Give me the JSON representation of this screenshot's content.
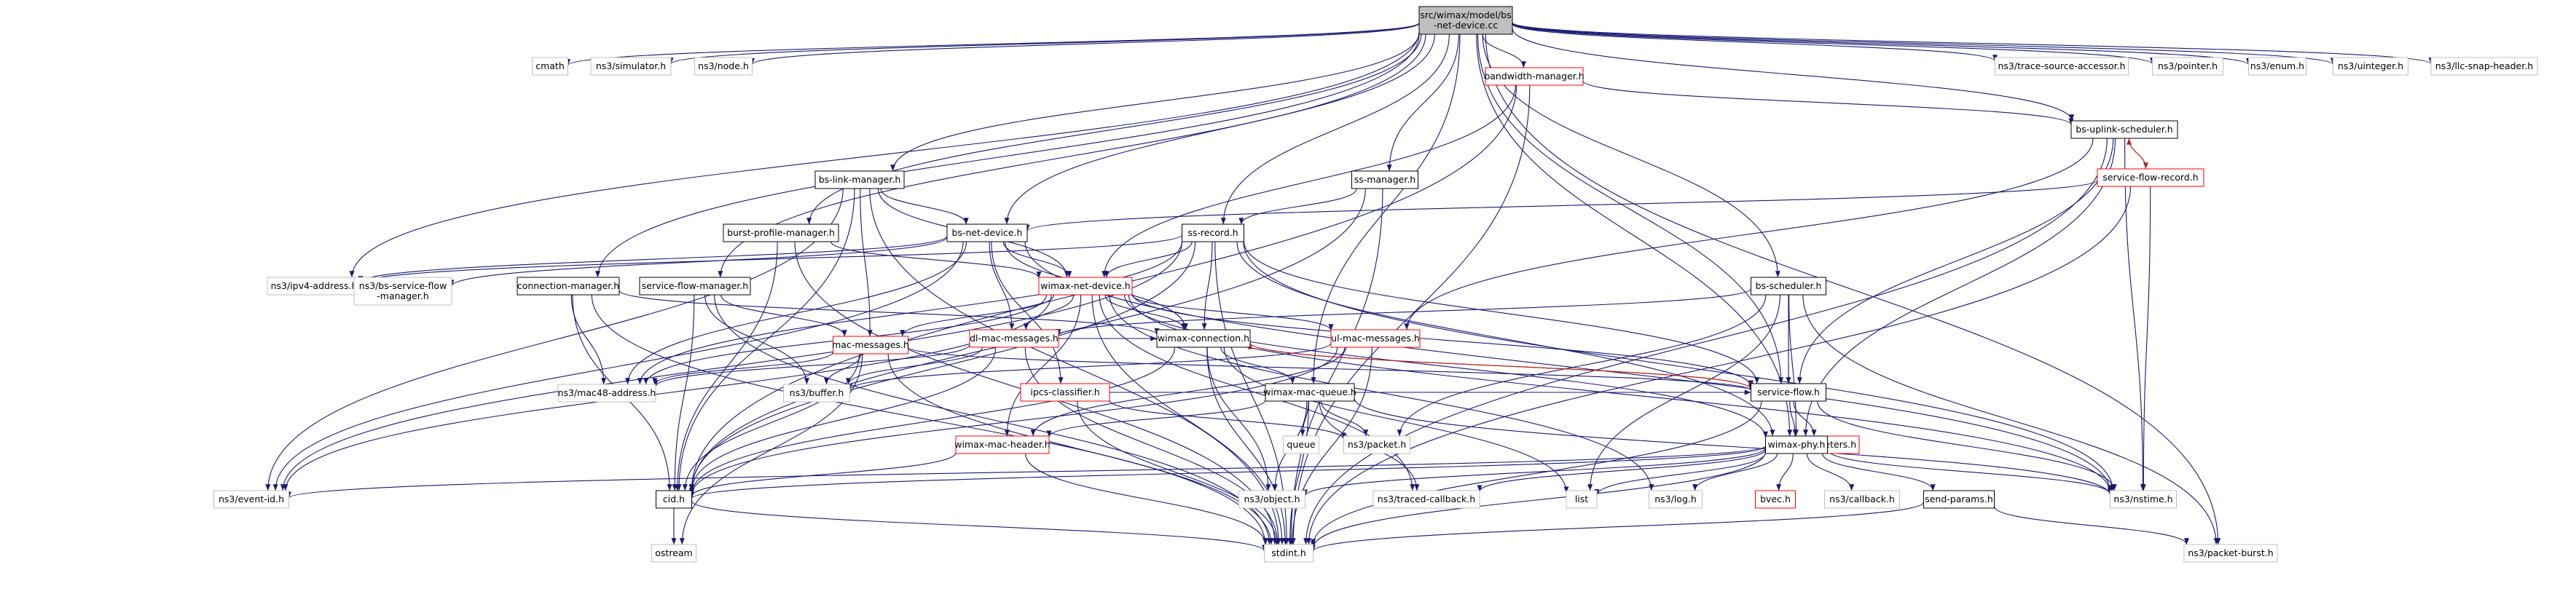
{
  "graph": {
    "title": "Include dependency graph for bs-net-device.cc",
    "colors": {
      "edge": "#191970",
      "edge_cycle": "#b22222",
      "node_border": "#000000",
      "node_border_truncated": "#ff0000",
      "node_border_external": "#bfbfbf",
      "node_fill": "#ffffff",
      "root_fill": "#bfbfbf"
    },
    "nodes": [
      {
        "id": "root",
        "lines": [
          "src/wimax/model/bs",
          "-net-device.cc"
        ],
        "style": "root"
      },
      {
        "id": "cmath",
        "lines": [
          "cmath"
        ],
        "style": "ext"
      },
      {
        "id": "simulator",
        "lines": [
          "ns3/simulator.h"
        ],
        "style": "ext"
      },
      {
        "id": "node",
        "lines": [
          "ns3/node.h"
        ],
        "style": "ext"
      },
      {
        "id": "bwmgr",
        "lines": [
          "bandwidth-manager.h"
        ],
        "style": "trunc"
      },
      {
        "id": "tsa",
        "lines": [
          "ns3/trace-source-accessor.h"
        ],
        "style": "ext"
      },
      {
        "id": "pointer",
        "lines": [
          "ns3/pointer.h"
        ],
        "style": "ext"
      },
      {
        "id": "enum",
        "lines": [
          "ns3/enum.h"
        ],
        "style": "ext"
      },
      {
        "id": "uinteger",
        "lines": [
          "ns3/uinteger.h"
        ],
        "style": "ext"
      },
      {
        "id": "llc",
        "lines": [
          "ns3/llc-snap-header.h"
        ],
        "style": "ext"
      },
      {
        "id": "bsups",
        "lines": [
          "bs-uplink-scheduler.h"
        ],
        "style": "doc"
      },
      {
        "id": "sfr",
        "lines": [
          "service-flow-record.h"
        ],
        "style": "trunc"
      },
      {
        "id": "bslink",
        "lines": [
          "bs-link-manager.h"
        ],
        "style": "doc"
      },
      {
        "id": "ssmgr",
        "lines": [
          "ss-manager.h"
        ],
        "style": "doc"
      },
      {
        "id": "bpm",
        "lines": [
          "burst-profile-manager.h"
        ],
        "style": "doc"
      },
      {
        "id": "bsnd",
        "lines": [
          "bs-net-device.h"
        ],
        "style": "doc"
      },
      {
        "id": "ssrec",
        "lines": [
          "ss-record.h"
        ],
        "style": "doc"
      },
      {
        "id": "ipv4",
        "lines": [
          "ns3/ipv4-address.h"
        ],
        "style": "ext"
      },
      {
        "id": "bssfm",
        "lines": [
          "ns3/bs-service-flow",
          "-manager.h"
        ],
        "style": "ext"
      },
      {
        "id": "connmgr",
        "lines": [
          "connection-manager.h"
        ],
        "style": "doc"
      },
      {
        "id": "sfmgr",
        "lines": [
          "service-flow-manager.h"
        ],
        "style": "doc"
      },
      {
        "id": "wnd",
        "lines": [
          "wimax-net-device.h"
        ],
        "style": "trunc"
      },
      {
        "id": "bssched",
        "lines": [
          "bs-scheduler.h"
        ],
        "style": "doc"
      },
      {
        "id": "dlmsg",
        "lines": [
          "dl-mac-messages.h"
        ],
        "style": "trunc"
      },
      {
        "id": "wconn",
        "lines": [
          "wimax-connection.h"
        ],
        "style": "doc"
      },
      {
        "id": "ulmsg",
        "lines": [
          "ul-mac-messages.h"
        ],
        "style": "trunc"
      },
      {
        "id": "macmsg",
        "lines": [
          "mac-messages.h"
        ],
        "style": "trunc"
      },
      {
        "id": "mac48",
        "lines": [
          "ns3/mac48-address.h"
        ],
        "style": "ext"
      },
      {
        "id": "buffer",
        "lines": [
          "ns3/buffer.h"
        ],
        "style": "ext"
      },
      {
        "id": "ipcs",
        "lines": [
          "ipcs-classifier.h"
        ],
        "style": "trunc"
      },
      {
        "id": "wmq",
        "lines": [
          "wimax-mac-queue.h"
        ],
        "style": "doc"
      },
      {
        "id": "sf",
        "lines": [
          "service-flow.h"
        ],
        "style": "doc"
      },
      {
        "id": "csparam",
        "lines": [
          "cs-parameters.h"
        ],
        "style": "trunc"
      },
      {
        "id": "queue",
        "lines": [
          "queue"
        ],
        "style": "ext"
      },
      {
        "id": "packet",
        "lines": [
          "ns3/packet.h"
        ],
        "style": "ext"
      },
      {
        "id": "wmh",
        "lines": [
          "wimax-mac-header.h"
        ],
        "style": "trunc"
      },
      {
        "id": "wphy",
        "lines": [
          "wimax-phy.h"
        ],
        "style": "doc"
      },
      {
        "id": "eventid",
        "lines": [
          "ns3/event-id.h"
        ],
        "style": "ext"
      },
      {
        "id": "cid",
        "lines": [
          "cid.h"
        ],
        "style": "doc"
      },
      {
        "id": "object",
        "lines": [
          "ns3/object.h"
        ],
        "style": "ext"
      },
      {
        "id": "tcb",
        "lines": [
          "ns3/traced-callback.h"
        ],
        "style": "ext"
      },
      {
        "id": "list",
        "lines": [
          "list"
        ],
        "style": "ext"
      },
      {
        "id": "log",
        "lines": [
          "ns3/log.h"
        ],
        "style": "ext"
      },
      {
        "id": "bvec",
        "lines": [
          "bvec.h"
        ],
        "style": "trunc"
      },
      {
        "id": "callback",
        "lines": [
          "ns3/callback.h"
        ],
        "style": "ext"
      },
      {
        "id": "sendp",
        "lines": [
          "send-params.h"
        ],
        "style": "doc"
      },
      {
        "id": "nstime",
        "lines": [
          "ns3/nstime.h"
        ],
        "style": "ext"
      },
      {
        "id": "ostream",
        "lines": [
          "ostream"
        ],
        "style": "ext"
      },
      {
        "id": "stdint",
        "lines": [
          "stdint.h"
        ],
        "style": "ext"
      },
      {
        "id": "pburst",
        "lines": [
          "ns3/packet-burst.h"
        ],
        "style": "ext"
      }
    ],
    "edges": [
      [
        "root",
        "cmath"
      ],
      [
        "root",
        "simulator"
      ],
      [
        "root",
        "node"
      ],
      [
        "root",
        "bwmgr"
      ],
      [
        "root",
        "tsa"
      ],
      [
        "root",
        "pointer"
      ],
      [
        "root",
        "enum"
      ],
      [
        "root",
        "uinteger"
      ],
      [
        "root",
        "llc"
      ],
      [
        "root",
        "bsups"
      ],
      [
        "root",
        "bslink"
      ],
      [
        "root",
        "ssmgr"
      ],
      [
        "root",
        "bpm"
      ],
      [
        "root",
        "bsnd"
      ],
      [
        "root",
        "ssrec"
      ],
      [
        "root",
        "ipv4"
      ],
      [
        "root",
        "connmgr"
      ],
      [
        "root",
        "sfmgr"
      ],
      [
        "root",
        "bssched"
      ],
      [
        "root",
        "wmq"
      ],
      [
        "root",
        "sf"
      ],
      [
        "root",
        "wphy"
      ],
      [
        "root",
        "pburst"
      ],
      [
        "bwmgr",
        "bsups"
      ],
      [
        "bwmgr",
        "wnd"
      ],
      [
        "bwmgr",
        "cid"
      ],
      [
        "bwmgr",
        "stdint"
      ],
      [
        "bsups",
        "sfr"
      ],
      [
        "bsups",
        "ulmsg"
      ],
      [
        "bsups",
        "sf"
      ],
      [
        "bsups",
        "wphy"
      ],
      [
        "bsups",
        "nstime"
      ],
      [
        "bsups",
        "stdint"
      ],
      [
        "sfr",
        "bsups"
      ],
      [
        "sfr",
        "bsnd"
      ],
      [
        "sfr",
        "nstime"
      ],
      [
        "sfr",
        "stdint"
      ],
      [
        "bslink",
        "bsnd"
      ],
      [
        "bslink",
        "wnd"
      ],
      [
        "bslink",
        "macmsg"
      ],
      [
        "bslink",
        "cid"
      ],
      [
        "bslink",
        "eventid"
      ],
      [
        "bslink",
        "stdint"
      ],
      [
        "ssmgr",
        "ssrec"
      ],
      [
        "ssmgr",
        "cid"
      ],
      [
        "ssmgr",
        "stdint"
      ],
      [
        "bpm",
        "wnd"
      ],
      [
        "bpm",
        "cid"
      ],
      [
        "bpm",
        "stdint"
      ],
      [
        "bsnd",
        "wnd"
      ],
      [
        "bsnd",
        "ipv4"
      ],
      [
        "bsnd",
        "bssfm"
      ],
      [
        "bsnd",
        "dlmsg"
      ],
      [
        "bsnd",
        "wconn"
      ],
      [
        "bsnd",
        "ipcs"
      ],
      [
        "bsnd",
        "mac48"
      ],
      [
        "bsnd",
        "eventid"
      ],
      [
        "bsnd",
        "nstime"
      ],
      [
        "ssrec",
        "wnd"
      ],
      [
        "ssrec",
        "ipv4"
      ],
      [
        "ssrec",
        "mac48"
      ],
      [
        "ssrec",
        "wconn"
      ],
      [
        "ssrec",
        "sf"
      ],
      [
        "ssrec",
        "wphy"
      ],
      [
        "ssrec",
        "cid"
      ],
      [
        "ssrec",
        "eventid"
      ],
      [
        "ssrec",
        "nstime"
      ],
      [
        "ssrec",
        "stdint"
      ],
      [
        "connmgr",
        "wconn"
      ],
      [
        "connmgr",
        "mac48"
      ],
      [
        "connmgr",
        "cid"
      ],
      [
        "connmgr",
        "stdint"
      ],
      [
        "sfmgr",
        "macmsg"
      ],
      [
        "sfmgr",
        "buffer"
      ],
      [
        "sfmgr",
        "cid"
      ],
      [
        "sfmgr",
        "stdint"
      ],
      [
        "wnd",
        "dlmsg"
      ],
      [
        "wnd",
        "wconn"
      ],
      [
        "wnd",
        "ulmsg"
      ],
      [
        "wnd",
        "macmsg"
      ],
      [
        "wnd",
        "wmh"
      ],
      [
        "wnd",
        "wphy"
      ],
      [
        "wnd",
        "sf"
      ],
      [
        "wnd",
        "mac48"
      ],
      [
        "wnd",
        "eventid"
      ],
      [
        "wnd",
        "tcb"
      ],
      [
        "wnd",
        "log"
      ],
      [
        "wnd",
        "nstime"
      ],
      [
        "wnd",
        "stdint"
      ],
      [
        "bssched",
        "dlmsg"
      ],
      [
        "bssched",
        "sf"
      ],
      [
        "bssched",
        "wphy"
      ],
      [
        "bssched",
        "list"
      ],
      [
        "bssched",
        "packet"
      ],
      [
        "bssched",
        "pburst"
      ],
      [
        "dlmsg",
        "buffer"
      ],
      [
        "dlmsg",
        "mac48"
      ],
      [
        "dlmsg",
        "cid"
      ],
      [
        "dlmsg",
        "stdint"
      ],
      [
        "dlmsg",
        "wconn"
      ],
      [
        "wconn",
        "wmq"
      ],
      [
        "wconn",
        "sf"
      ],
      [
        "wconn",
        "cid"
      ],
      [
        "wconn",
        "object"
      ],
      [
        "wconn",
        "stdint"
      ],
      [
        "wconn",
        "list"
      ],
      [
        "ulmsg",
        "buffer"
      ],
      [
        "ulmsg",
        "cid"
      ],
      [
        "ulmsg",
        "stdint"
      ],
      [
        "ulmsg",
        "wmh"
      ],
      [
        "macmsg",
        "mac48"
      ],
      [
        "macmsg",
        "buffer"
      ],
      [
        "macmsg",
        "cid"
      ],
      [
        "macmsg",
        "ostream"
      ],
      [
        "macmsg",
        "stdint"
      ],
      [
        "macmsg",
        "sf"
      ],
      [
        "ipcs",
        "packet"
      ],
      [
        "ipcs",
        "stdint"
      ],
      [
        "ipcs",
        "sf"
      ],
      [
        "wmq",
        "wmh"
      ],
      [
        "wmq",
        "queue"
      ],
      [
        "wmq",
        "packet"
      ],
      [
        "wmq",
        "object"
      ],
      [
        "wmq",
        "tcb"
      ],
      [
        "wmq",
        "nstime"
      ],
      [
        "wmq",
        "stdint"
      ],
      [
        "sf",
        "wconn"
      ],
      [
        "sf",
        "csparam"
      ],
      [
        "sf",
        "wphy"
      ],
      [
        "sf",
        "nstime"
      ],
      [
        "sf",
        "stdint"
      ],
      [
        "wmh",
        "cid"
      ],
      [
        "wmh",
        "stdint"
      ],
      [
        "wphy",
        "eventid"
      ],
      [
        "wphy",
        "cid"
      ],
      [
        "wphy",
        "object"
      ],
      [
        "wphy",
        "tcb"
      ],
      [
        "wphy",
        "list"
      ],
      [
        "wphy",
        "log"
      ],
      [
        "wphy",
        "bvec"
      ],
      [
        "wphy",
        "callback"
      ],
      [
        "wphy",
        "sendp"
      ],
      [
        "wphy",
        "nstime"
      ],
      [
        "wphy",
        "stdint"
      ],
      [
        "sendp",
        "pburst"
      ],
      [
        "sendp",
        "stdint"
      ],
      [
        "cid",
        "ostream"
      ],
      [
        "cid",
        "stdint"
      ]
    ],
    "cycle_edges": [
      [
        "bsups",
        "sfr"
      ],
      [
        "sfr",
        "bsups"
      ],
      [
        "sf",
        "wconn"
      ],
      [
        "wconn",
        "sf"
      ]
    ]
  }
}
